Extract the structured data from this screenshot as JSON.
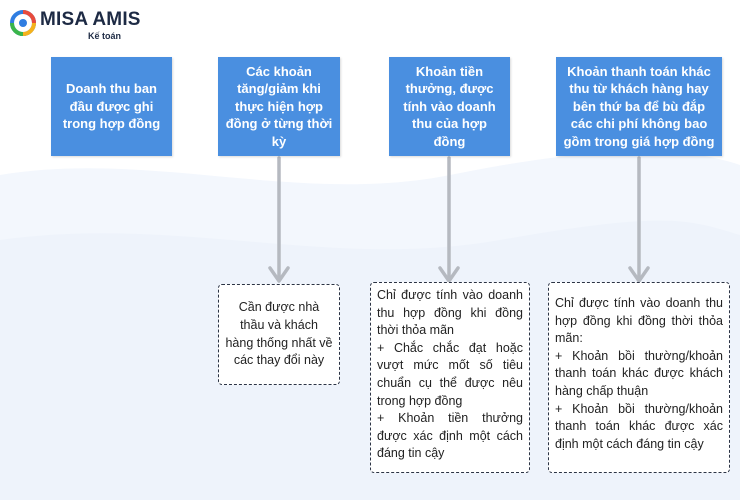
{
  "logo": {
    "brand": "MISA AMIS",
    "product": "Kế toán"
  },
  "colors": {
    "box_fill": "#4a8fe0",
    "arrow": "#b5b9c0",
    "note_border": "#2b3344",
    "wave": "#eef3fb"
  },
  "top_boxes": [
    {
      "text": "Doanh thu ban đầu được ghi trong hợp đồng"
    },
    {
      "text": "Các khoản tăng/giảm khi thực hiện hợp đồng ở từng thời kỳ"
    },
    {
      "text": "Khoản tiền thưởng, được tính vào doanh thu của hợp đồng"
    },
    {
      "text": "Khoản thanh toán khác thu từ khách hàng hay bên thứ ba để bù đắp các chi phí không bao gồm trong giá hợp đồng"
    }
  ],
  "notes": [
    {
      "lines": [
        "Cần được nhà thầu và khách hàng thống nhất về các thay đổi này"
      ]
    },
    {
      "lines": [
        "Chỉ được tính vào doanh thu hợp đồng khi đồng thời thỏa mãn",
        "+ Chắc chắc đạt hoặc vượt mức mốt số tiêu chuẩn cụ thể được nêu trong hợp đồng",
        "+ Khoản tiền thưởng được xác định một cách đáng tin cậy"
      ]
    },
    {
      "lines": [
        "Chỉ được tính vào doanh thu hợp đồng khi đồng thời thỏa mãn:",
        "+ Khoản bồi thường/khoản thanh toán khác được khách hàng chấp thuận",
        "+ Khoản bồi thường/khoản thanh toán khác được xác định một cách đáng tin cậy"
      ]
    }
  ]
}
